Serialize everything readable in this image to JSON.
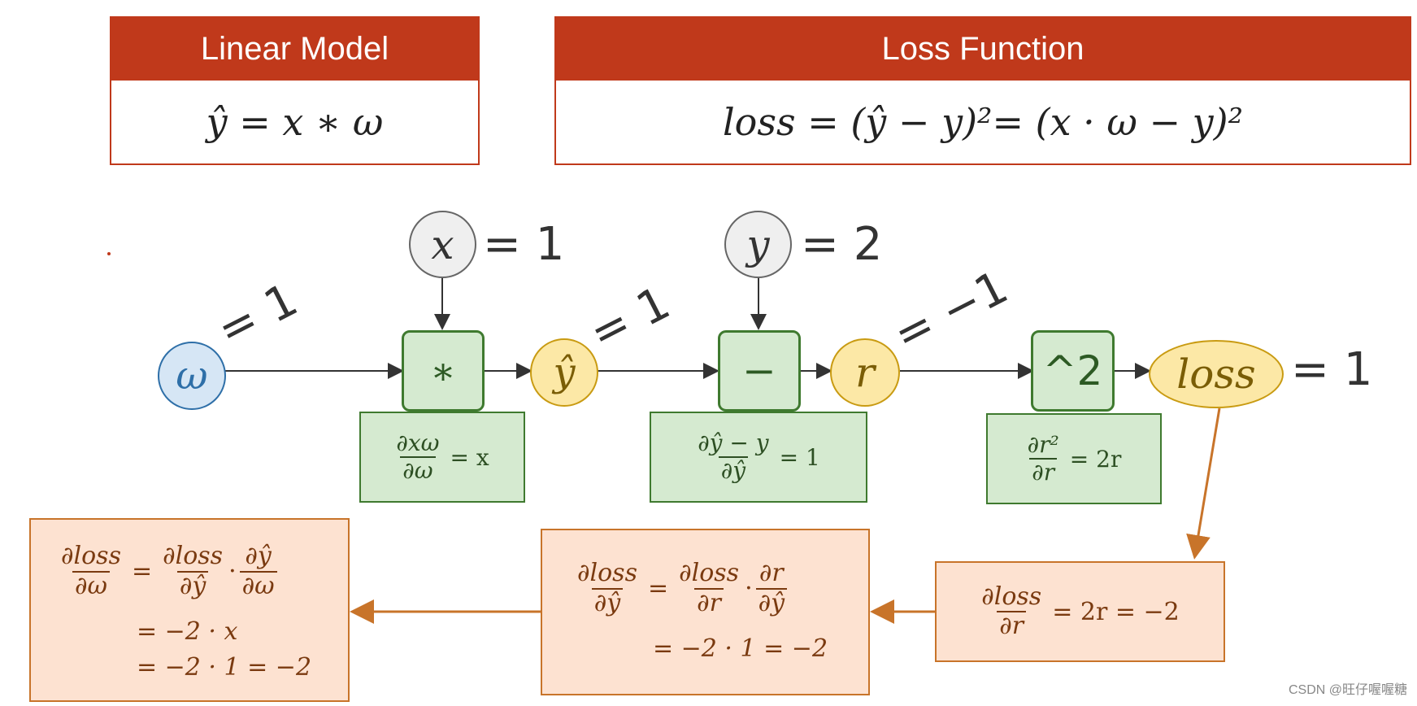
{
  "linear_model": {
    "title": "Linear Model",
    "formula": "ŷ = x ∗ ω"
  },
  "loss_function": {
    "title": "Loss Function",
    "formula": "loss = (ŷ − y)²= (x · ω − y)²"
  },
  "graph": {
    "w_node": "ω",
    "w_value": "= 1",
    "x_node": "x",
    "x_value": "= 1",
    "y_node": "y",
    "y_value": "= 2",
    "mul_op": "∗",
    "yhat_node": "ŷ",
    "yhat_value": "= 1",
    "sub_op": "−",
    "r_node": "r",
    "r_value": "= −1",
    "sq_op": "^2",
    "loss_node": "loss",
    "loss_value": "= 1"
  },
  "local_derivs": {
    "mul": {
      "num": "∂xω",
      "den": "∂ω",
      "rhs": "= x"
    },
    "sub": {
      "num": "∂ŷ − y",
      "den": "∂ŷ",
      "rhs": "= 1"
    },
    "sq": {
      "num": "∂r²",
      "den": "∂r",
      "rhs": "= 2r"
    }
  },
  "backprop": {
    "dloss_dr": {
      "num": "∂loss",
      "den": "∂r",
      "rhs": "= 2r = −2"
    },
    "dloss_dyhat": {
      "lhs_num": "∂loss",
      "lhs_den": "∂ŷ",
      "f1_num": "∂loss",
      "f1_den": "∂r",
      "f2_num": "∂r",
      "f2_den": "∂ŷ",
      "line2": "= −2 · 1 = −2"
    },
    "dloss_dw": {
      "lhs_num": "∂loss",
      "lhs_den": "∂ω",
      "f1_num": "∂loss",
      "f1_den": "∂ŷ",
      "f2_num": "∂ŷ",
      "f2_den": "∂ω",
      "line2": "= −2 · x",
      "line3": "= −2 · 1 = −2"
    }
  },
  "symbols": {
    "eq": "=",
    "dot": "·"
  },
  "watermark": "CSDN @旺仔喔喔糖",
  "colors": {
    "header_red": "#c0391b",
    "op_green": "#3f7a2f",
    "node_yellow": "#c99b12",
    "node_blue": "#2e6fa8",
    "back_orange": "#c8742a"
  }
}
